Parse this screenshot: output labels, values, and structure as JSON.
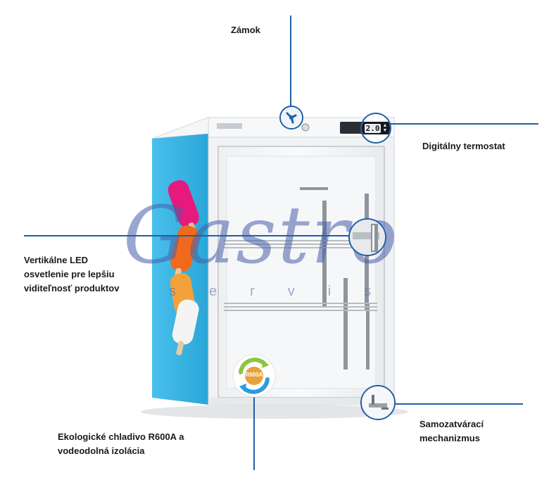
{
  "labels": {
    "lock": "Zámok",
    "thermostat": "Digitálny termostat",
    "led": "Vertikálne LED\nosvetlenie pre lepšiu\nviditeľnosť produktov",
    "refrigerant": "Ekologické chladivo R600A a\nvodeodolná izolácia",
    "door_closer": "Samozatvárací\nmechanizmus"
  },
  "thermostat_display": "2.0",
  "refrigerant_badge": "R600A",
  "watermark": {
    "script": "Gastro",
    "sub": "servis"
  },
  "colors": {
    "accent": "#1f5fa8",
    "side_panel": "#3fb8e6",
    "cabinet": "#f1f2f4",
    "eco_green": "#8cc63f",
    "eco_blue": "#2d9be0",
    "badge_orange": "#e8a23a"
  }
}
